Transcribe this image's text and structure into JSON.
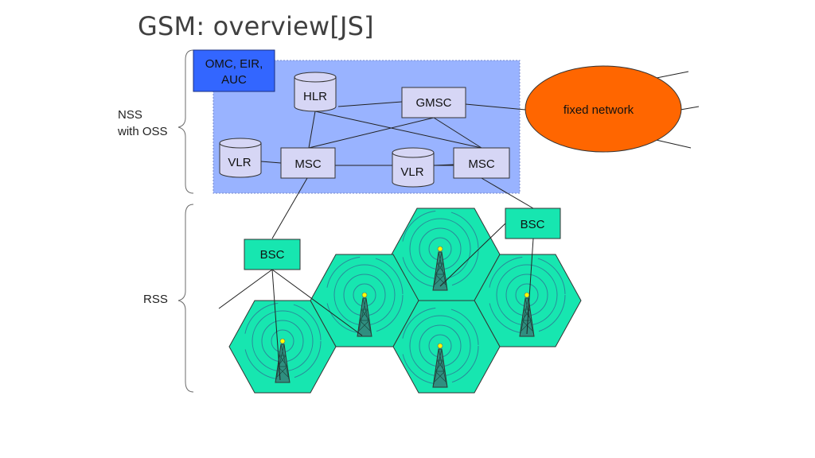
{
  "slide": {
    "title": "GSM: overview[JS]"
  },
  "labels": {
    "nss_line1": "NSS",
    "nss_line2": "with OSS",
    "rss": "RSS"
  },
  "nodes": {
    "omc": {
      "line1": "OMC, EIR,",
      "line2": "AUC"
    },
    "hlr": "HLR",
    "gmsc": "GMSC",
    "vlr_left": "VLR",
    "msc_left": "MSC",
    "vlr_right": "VLR",
    "msc_right": "MSC",
    "bsc_left": "BSC",
    "bsc_right": "BSC",
    "fixed_network": "fixed network"
  },
  "colors": {
    "nss_region": "#99b3ff",
    "omc_box": "#3366ff",
    "node_fill": "#d6d6f5",
    "cell_fill": "#17e6b0",
    "fixed_network": "#ff6600",
    "antenna_tip": "#ffff00"
  }
}
